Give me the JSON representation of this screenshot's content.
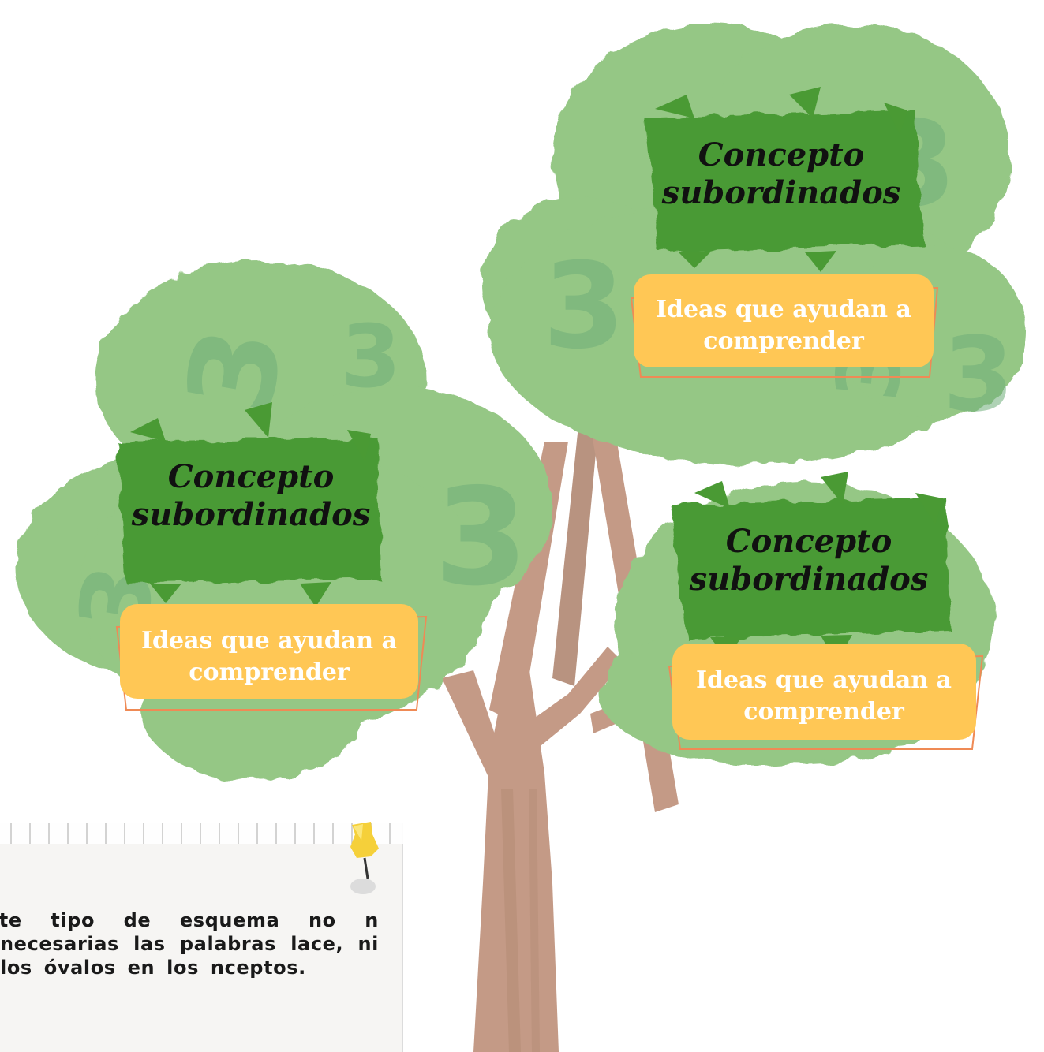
{
  "diagram": {
    "nodes": [
      {
        "id": "top-right",
        "concept_lines": [
          "Concepto",
          "subordinados"
        ],
        "idea_lines": [
          "Ideas que ayudan a",
          "comprender"
        ]
      },
      {
        "id": "left",
        "concept_lines": [
          "Concepto",
          "subordinados"
        ],
        "idea_lines": [
          "Ideas que ayudan a",
          "comprender"
        ]
      },
      {
        "id": "bottom-right",
        "concept_lines": [
          "Concepto",
          "subordinados"
        ],
        "idea_lines": [
          "Ideas que ayudan a",
          "comprender"
        ]
      }
    ],
    "decorations": {
      "digit": "3"
    }
  },
  "note": {
    "text": "este tipo de esquema no n necesarias las palabras lace, ni los óvalos en los nceptos."
  },
  "colors": {
    "foliage": "#95c785",
    "foliage_dark": "#84bb76",
    "concept_bg": "#4a9a34",
    "idea_bg": "#ffc755",
    "idea_border": "#ef8a55",
    "trunk": "#c49a86",
    "trunk_dark": "#b0876f",
    "pin": "#f5d03a"
  }
}
